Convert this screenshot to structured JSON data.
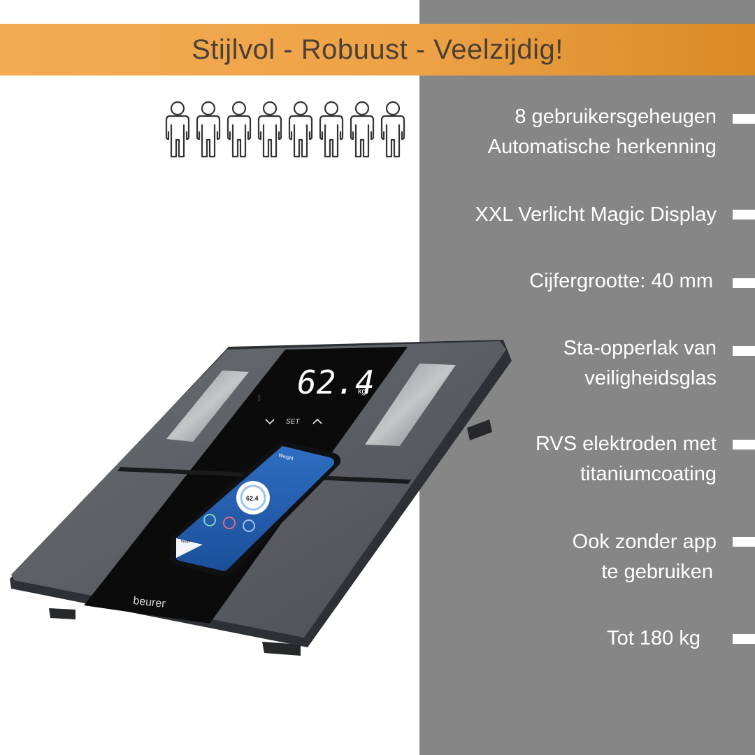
{
  "banner": {
    "title": "Stijlvol - Robuust - Veelzijdig!"
  },
  "users_icon": {
    "name": "person-icon",
    "count": 8
  },
  "features": [
    {
      "lines": [
        "8 gebruikersgeheugen",
        "Automatische herkenning"
      ]
    },
    {
      "lines": [
        "XXL Verlicht Magic Display"
      ]
    },
    {
      "lines": [
        "Cijfergrootte: 40 mm"
      ]
    },
    {
      "lines": [
        "Sta-opperlak van",
        "veiligheidsglas"
      ]
    },
    {
      "lines": [
        "RVS elektroden met",
        "titaniumcoating"
      ]
    },
    {
      "lines": [
        "Ook zonder app",
        "te gebruiken"
      ]
    },
    {
      "lines": [
        "Tot 180 kg"
      ]
    }
  ],
  "scale": {
    "display_value": "62.4",
    "display_unit": "kg",
    "buttons": [
      "SET"
    ],
    "brand": "beurer",
    "app_screen": {
      "title": "Weight",
      "value": "62.4",
      "card_title": "Target"
    }
  },
  "colors": {
    "banner": "#eea246",
    "panel": "#868686",
    "text_dark": "#4a4036",
    "scale_body": "#55585c",
    "display_black": "#0b0b0c"
  }
}
